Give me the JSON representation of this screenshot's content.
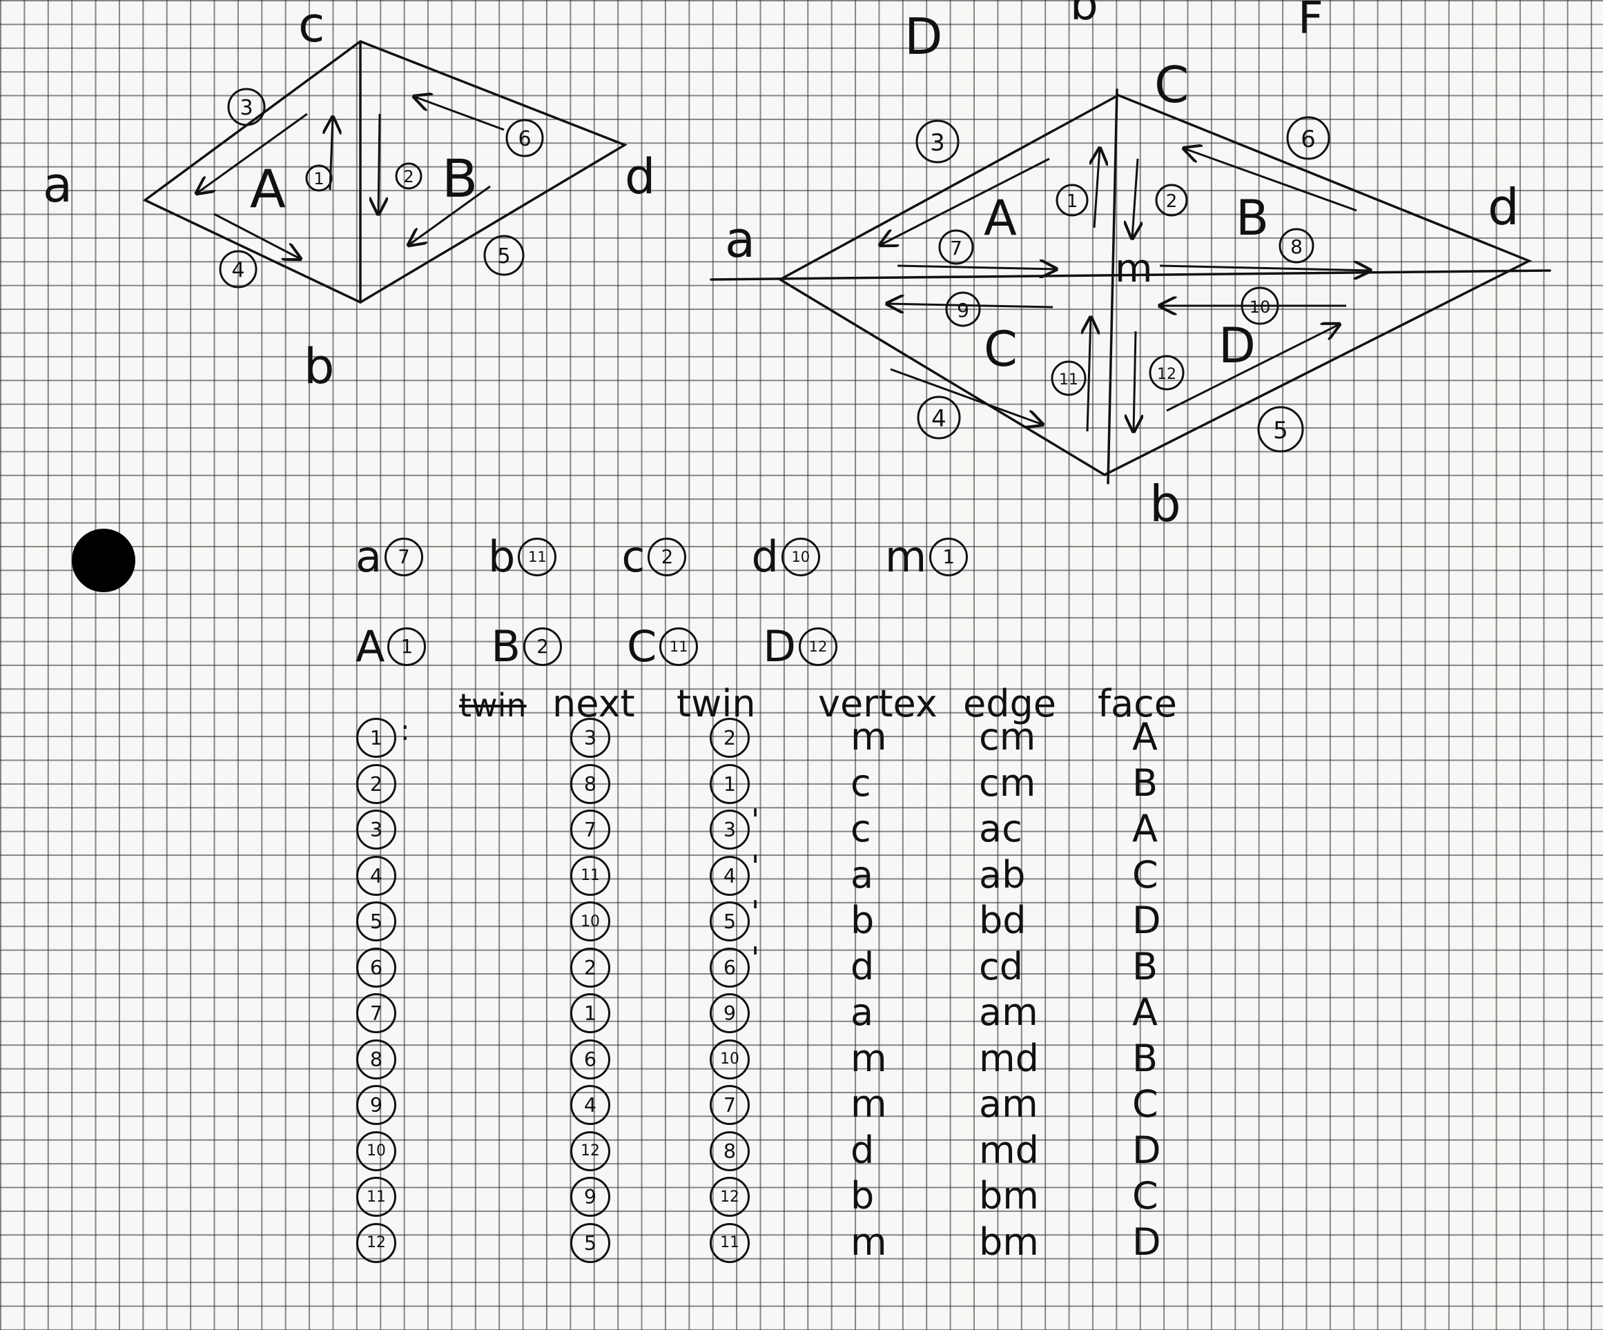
{
  "top_letters": {
    "d_top": "D",
    "b_top": "b",
    "f_top": "F"
  },
  "small_diagram": {
    "vertices": {
      "a": "a",
      "b": "b",
      "c": "c",
      "d": "d"
    },
    "faces": {
      "A": "A",
      "B": "B"
    },
    "edges": [
      "1",
      "2",
      "3",
      "4",
      "5",
      "6"
    ]
  },
  "large_diagram": {
    "vertices": {
      "a": "a",
      "b": "b",
      "c": "C",
      "d": "d",
      "m": "m"
    },
    "faces": {
      "A": "A",
      "B": "B",
      "C": "C",
      "D": "D"
    },
    "edges": [
      "1",
      "2",
      "3",
      "4",
      "5",
      "6",
      "7",
      "8",
      "9",
      "10",
      "11",
      "12"
    ]
  },
  "vertex_refs": [
    {
      "v": "a",
      "e": "7"
    },
    {
      "v": "b",
      "e": "11"
    },
    {
      "v": "c",
      "e": "2"
    },
    {
      "v": "d",
      "e": "10"
    },
    {
      "v": "m",
      "e": "1"
    }
  ],
  "face_refs": [
    {
      "f": "A",
      "e": "1"
    },
    {
      "f": "B",
      "e": "2"
    },
    {
      "f": "C",
      "e": "11"
    },
    {
      "f": "D",
      "e": "12"
    }
  ],
  "table": {
    "crossed_header": "twin",
    "headers": [
      "next",
      "twin",
      "vertex",
      "edge",
      "face"
    ],
    "first_row_suffix": ":",
    "rows": [
      {
        "id": "1",
        "next": "3",
        "twin": "2",
        "twin_prime": "",
        "vertex": "m",
        "edge": "cm",
        "face": "A"
      },
      {
        "id": "2",
        "next": "8",
        "twin": "1",
        "twin_prime": "",
        "vertex": "c",
        "edge": "cm",
        "face": "B"
      },
      {
        "id": "3",
        "next": "7",
        "twin": "3",
        "twin_prime": "'",
        "vertex": "c",
        "edge": "ac",
        "face": "A"
      },
      {
        "id": "4",
        "next": "11",
        "twin": "4",
        "twin_prime": "'",
        "vertex": "a",
        "edge": "ab",
        "face": "C"
      },
      {
        "id": "5",
        "next": "10",
        "twin": "5",
        "twin_prime": "'",
        "vertex": "b",
        "edge": "bd",
        "face": "D"
      },
      {
        "id": "6",
        "next": "2",
        "twin": "6",
        "twin_prime": "'",
        "vertex": "d",
        "edge": "cd",
        "face": "B"
      },
      {
        "id": "7",
        "next": "1",
        "twin": "9",
        "twin_prime": "",
        "vertex": "a",
        "edge": "am",
        "face": "A"
      },
      {
        "id": "8",
        "next": "6",
        "twin": "10",
        "twin_prime": "",
        "vertex": "m",
        "edge": "md",
        "face": "B"
      },
      {
        "id": "9",
        "next": "4",
        "twin": "7",
        "twin_prime": "",
        "vertex": "m",
        "edge": "am",
        "face": "C"
      },
      {
        "id": "10",
        "next": "12",
        "twin": "8",
        "twin_prime": "",
        "vertex": "d",
        "edge": "md",
        "face": "D"
      },
      {
        "id": "11",
        "next": "9",
        "twin": "12",
        "twin_prime": "",
        "vertex": "b",
        "edge": "bm",
        "face": "C"
      },
      {
        "id": "12",
        "next": "5",
        "twin": "11",
        "twin_prime": "",
        "vertex": "m",
        "edge": "bm",
        "face": "D"
      }
    ]
  }
}
